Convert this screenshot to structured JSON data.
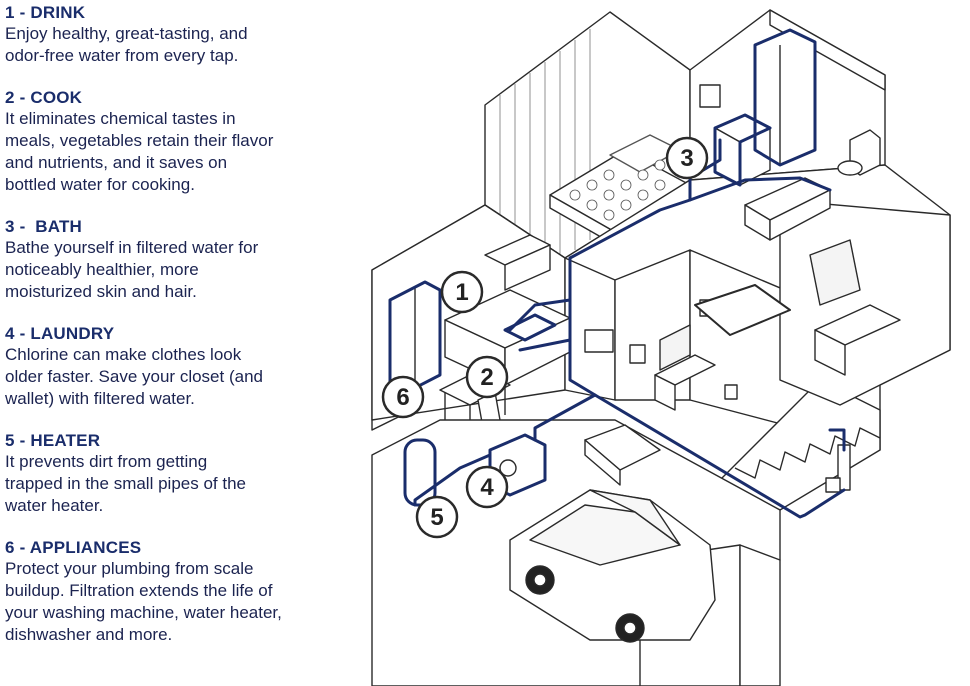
{
  "colors": {
    "pipe": "#1a2d6b",
    "heading": "#1a2d6b",
    "body_text": "#1b2350",
    "outline": "#2a2a2a"
  },
  "legend": [
    {
      "heading": "1 - DRINK",
      "body": "Enjoy healthy, great-tasting, and\nodor-free water from every tap."
    },
    {
      "heading": "2 - COOK",
      "body": "It eliminates chemical tastes in\nmeals, vegetables retain their flavor\nand nutrients, and it saves on\nbottled water for cooking."
    },
    {
      "heading": "3 -  BATH",
      "body": "Bathe yourself in filtered water for\nnoticeably healthier, more\nmoisturized skin and hair."
    },
    {
      "heading": "4 - LAUNDRY",
      "body": "Chlorine can make clothes look\nolder faster. Save your closet (and\nwallet) with filtered water."
    },
    {
      "heading": "5 - HEATER",
      "body": "It prevents dirt from getting\ntrapped in the small pipes of the\nwater heater."
    },
    {
      "heading": "6 - APPLIANCES",
      "body": "Protect your plumbing from scale\nbuildup. Filtration extends the life of\nyour washing machine, water heater,\ndishwasher and more."
    }
  ],
  "markers": [
    "1",
    "2",
    "3",
    "4",
    "5",
    "6"
  ]
}
